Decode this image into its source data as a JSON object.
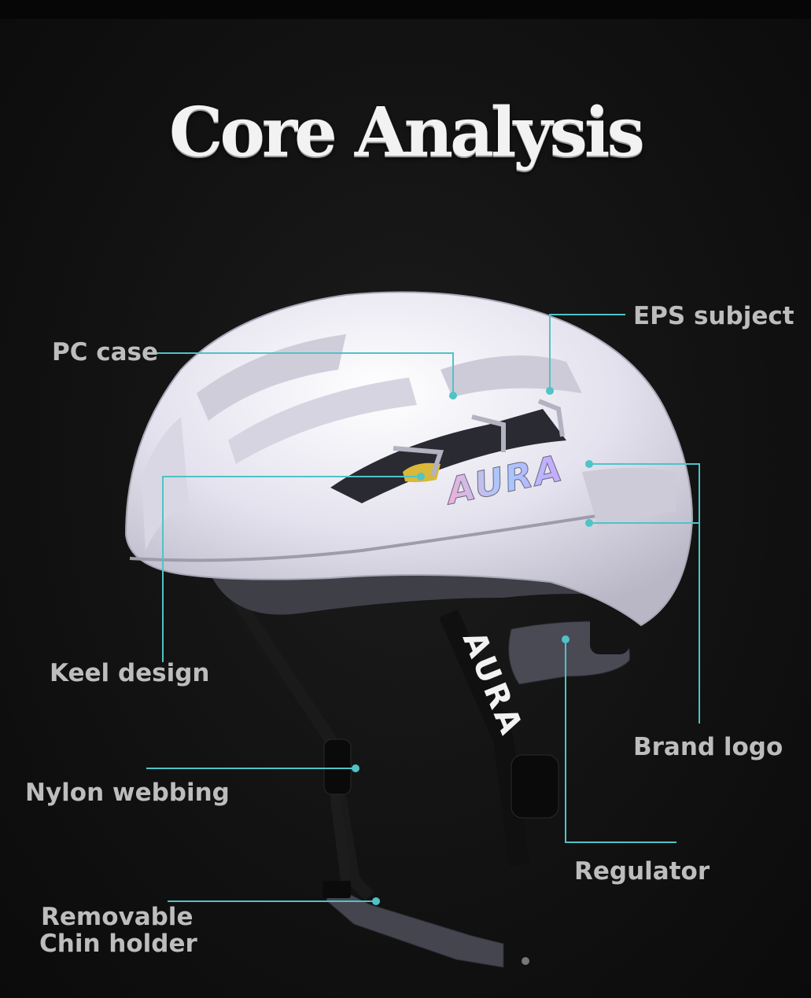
{
  "title": "Core Analysis",
  "accent_color": "#4fc3c7",
  "helmet_brand_side": "AURA",
  "helmet_brand_strap": "AURA",
  "labels": {
    "pc_case": "PC case",
    "eps_subject": "EPS subject",
    "keel_design": "Keel design",
    "brand_logo": "Brand logo",
    "nylon_webbing": "Nylon webbing",
    "regulator": "Regulator",
    "removable_line1": "Removable",
    "removable_line2": "Chin holder"
  }
}
